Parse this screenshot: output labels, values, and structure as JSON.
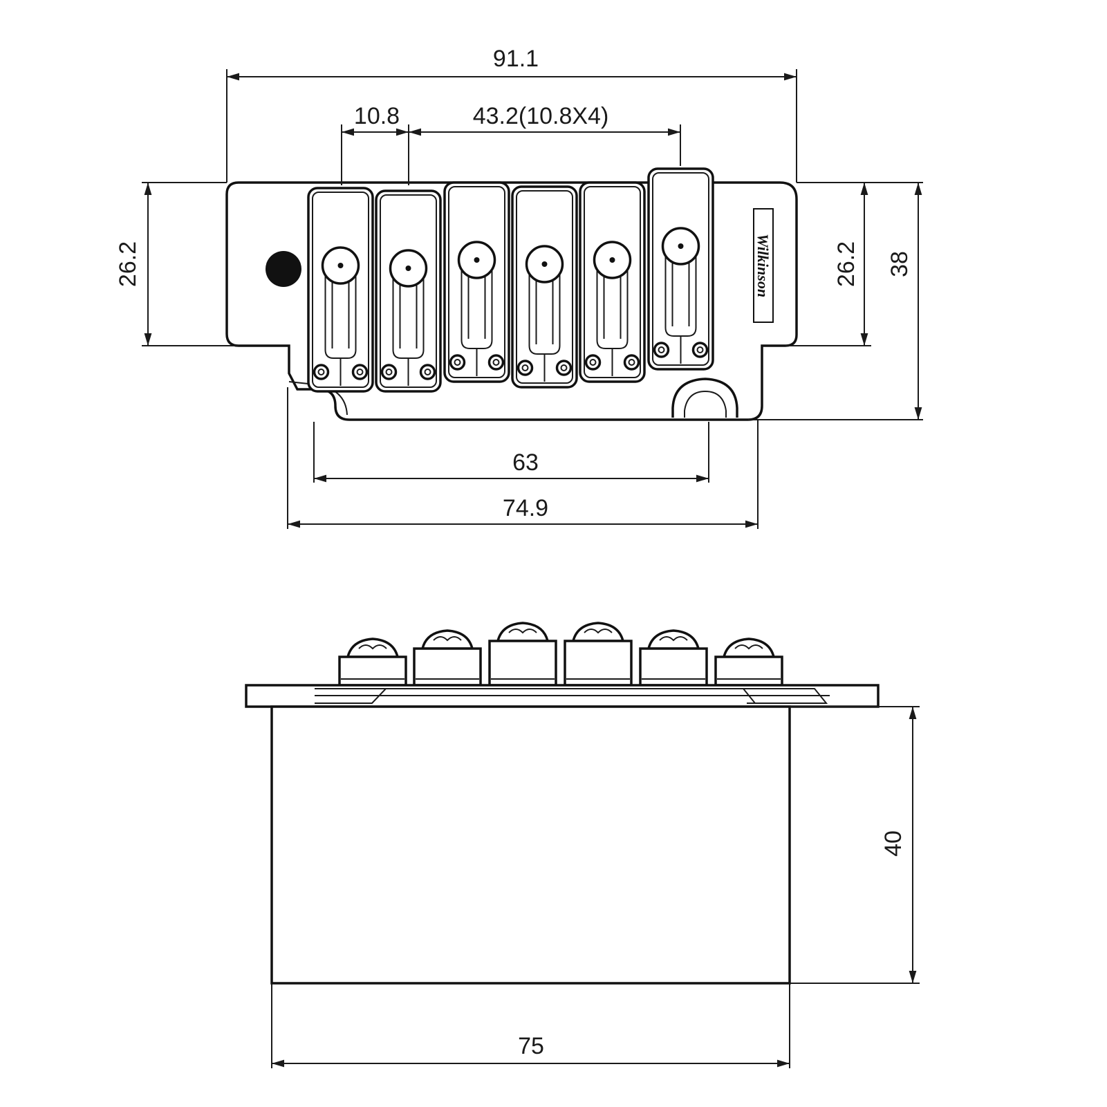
{
  "top_view": {
    "dim_total_width": "91.1",
    "dim_string_spacing": "10.8",
    "dim_spacing_total": "43.2(10.8X4)",
    "dim_left_height": "26.2",
    "dim_right_height": "26.2",
    "dim_total_height": "38",
    "dim_stud_spacing": "63",
    "dim_lower_width": "74.9",
    "logo_text": "Wilkinson"
  },
  "side_view": {
    "dim_block_height": "40",
    "dim_block_width": "75"
  },
  "saddle_count": 6
}
